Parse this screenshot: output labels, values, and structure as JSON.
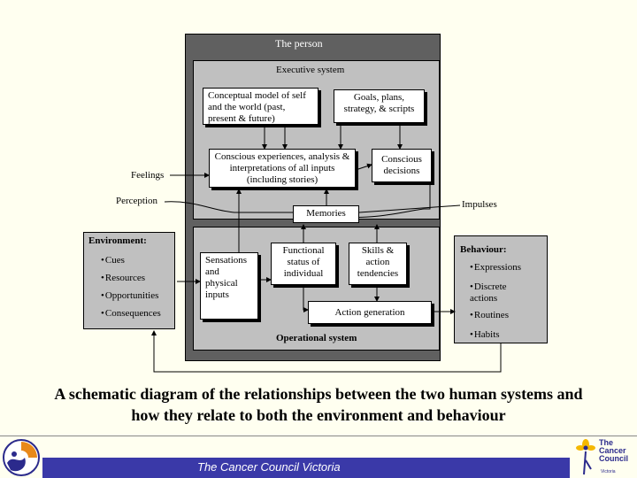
{
  "diagram": {
    "person_label": "The person",
    "executive_label": "Executive system",
    "operational_label": "Operational system",
    "conceptual_model": "Conceptual model of self and the world (past, present & future)",
    "goals": "Goals, plans, strategy, & scripts",
    "conscious_experiences": "Conscious experiences, analysis & interpretations of all inputs (including stories)",
    "conscious_decisions": "Conscious decisions",
    "feelings": "Feelings",
    "perception": "Perception",
    "impulses": "Impulses",
    "memories": "Memories",
    "sensations": "Sensations and physical inputs",
    "functional_status": "Functional status of individual",
    "skills": "Skills & action tendencies",
    "action_generation": "Action generation",
    "environment": {
      "title": "Environment:",
      "items": [
        "Cues",
        "Resources",
        "Opportunities",
        "Consequences"
      ]
    },
    "behaviour": {
      "title": "Behaviour:",
      "items": [
        "Expressions",
        "Discrete actions",
        "Routines",
        "Habits"
      ]
    }
  },
  "caption": "A schematic diagram of the relationships between the two human systems and how they relate to both the environment and behaviour",
  "footer": {
    "title": "The Cancer Council Victoria",
    "logo_name": "The Cancer Council",
    "logo_sub": "Victoria"
  },
  "colors": {
    "person_fill": "#606060",
    "system_fill": "#c0c0c0",
    "footer_bar": "#3a39a8",
    "logo_yellow": "#f5b800",
    "logo_blue": "#2b2a8c",
    "logo_orange": "#e8891a"
  }
}
